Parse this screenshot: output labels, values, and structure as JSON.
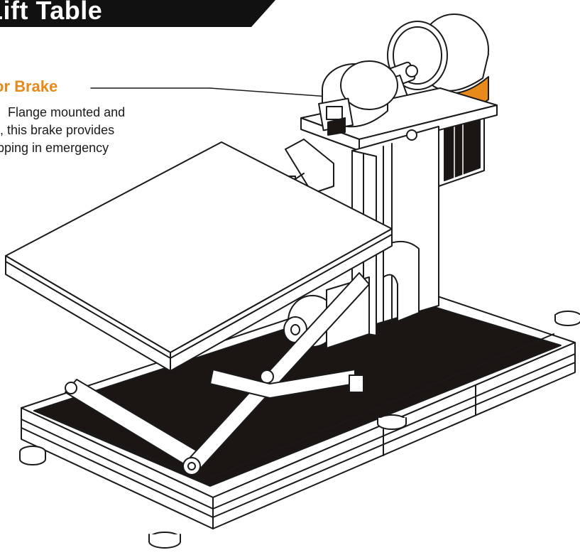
{
  "title": "Lift Table",
  "callout": {
    "heading": "or Brake",
    "lines": [
      "Flange mounted and",
      ", this brake provides",
      "pping in emergency"
    ]
  },
  "colors": {
    "accent": "#e8891b",
    "banner": "#111111",
    "line": "#1a1a1a",
    "fill_dark": "#1b1614"
  },
  "icons": [
    "motor-brake-icon"
  ]
}
